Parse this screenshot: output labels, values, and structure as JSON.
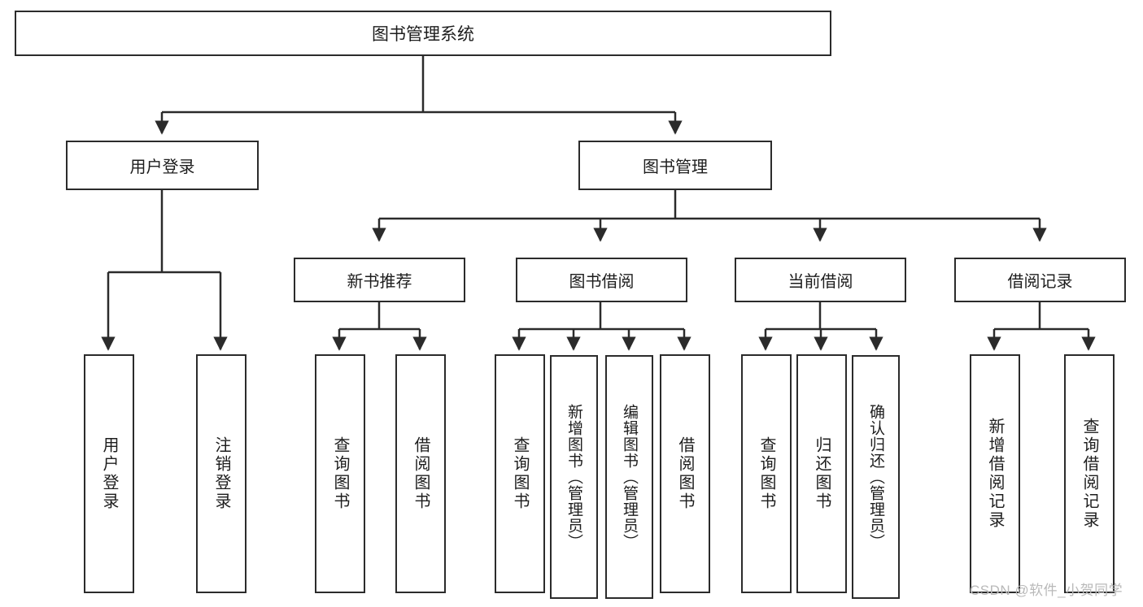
{
  "diagram": {
    "title": "图书管理系统",
    "watermark": "CSDN @软件_小贺同学",
    "line_color": "#2b2b2b",
    "box_fill": "#ffffff",
    "text_color": "#1d1d1d",
    "watermark_color": "#b9b9b9"
  },
  "root": {
    "label": "图书管理系统"
  },
  "level1": [
    {
      "label": "用户登录"
    },
    {
      "label": "图书管理"
    }
  ],
  "level2": [
    {
      "label": "新书推荐"
    },
    {
      "label": "图书借阅"
    },
    {
      "label": "当前借阅"
    },
    {
      "label": "借阅记录"
    }
  ],
  "leaves": {
    "user_login": [
      {
        "label": "用户登录"
      },
      {
        "label": "注销登录"
      }
    ],
    "new_book_recommend": [
      {
        "label": "查询图书"
      },
      {
        "label": "借阅图书"
      }
    ],
    "book_borrow": [
      {
        "label": "查询图书"
      },
      {
        "label": "新增图书（管理员）"
      },
      {
        "label": "编辑图书（管理员）"
      },
      {
        "label": "借阅图书"
      }
    ],
    "current_borrow": [
      {
        "label": "查询图书"
      },
      {
        "label": "归还图书"
      },
      {
        "label": "确认归还（管理员）"
      }
    ],
    "borrow_record": [
      {
        "label": "新增借阅记录"
      },
      {
        "label": "查询借阅记录"
      }
    ]
  }
}
